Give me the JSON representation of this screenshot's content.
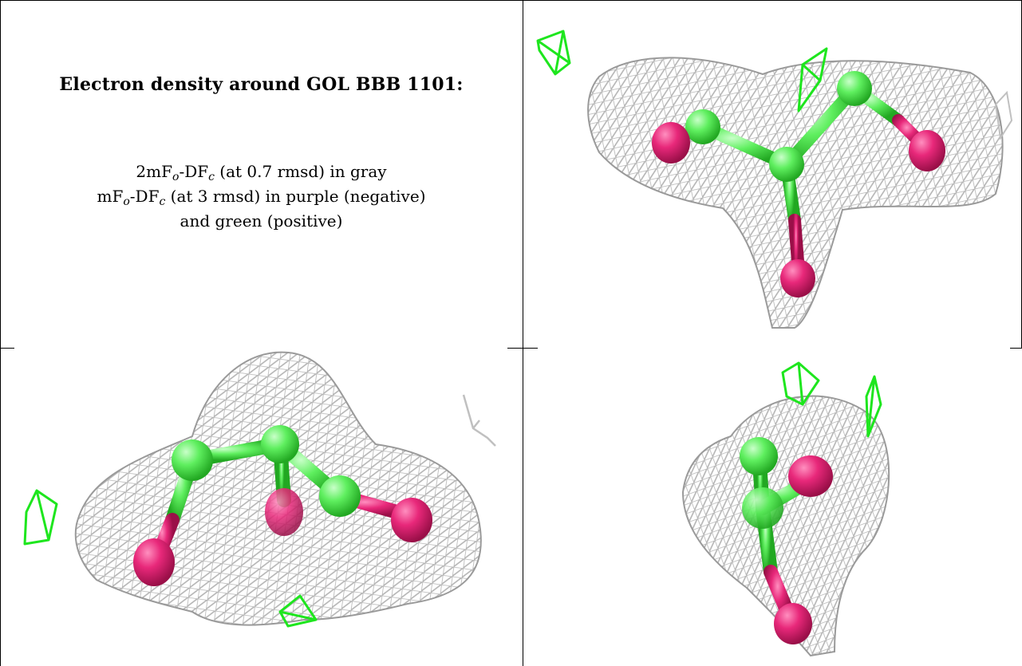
{
  "title": "Electron density around GOL BBB 1101:",
  "legend": {
    "line1": {
      "prefix": "2mF",
      "sub1": "o",
      "mid": "-DF",
      "sub2": "c",
      "suffix": " (at 0.7 rmsd) in gray"
    },
    "line2": {
      "prefix": "mF",
      "sub1": "o",
      "mid": "-DF",
      "sub2": "c",
      "suffix": " (at 3 rmsd) in purple (negative)"
    },
    "line3": "and green (positive)"
  },
  "colors": {
    "mesh_2fofc": "#b4b4b4",
    "mesh_fofc_positive": "#1ee61e",
    "carbon": "#5fef5f",
    "oxygen": "#e8287a",
    "border": "#000000"
  },
  "panels": [
    {
      "view": "top-right",
      "ligand": "GOL BBB 1101"
    },
    {
      "view": "bottom-left",
      "ligand": "GOL BBB 1101"
    },
    {
      "view": "bottom-right",
      "ligand": "GOL BBB 1101"
    }
  ]
}
